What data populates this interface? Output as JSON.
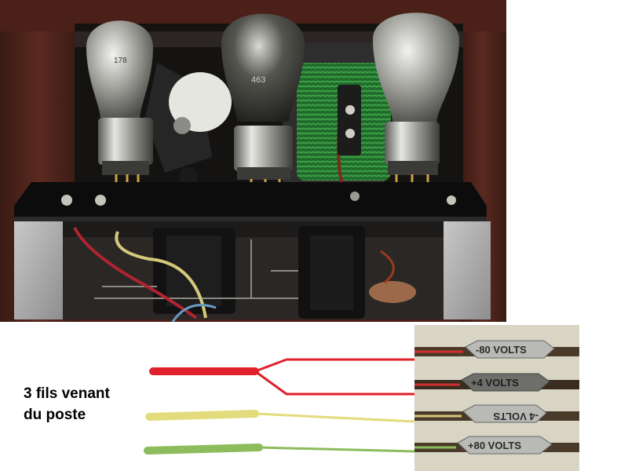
{
  "caption": {
    "line1": "3 fils venant",
    "line2": "du poste"
  },
  "tube_labels": {
    "left_number": "178",
    "middle_number": "463"
  },
  "connector_labels": [
    {
      "text": "-80 VOLTS"
    },
    {
      "text": "+4 VOLTS"
    },
    {
      "text": "-4 VOLTS"
    },
    {
      "text": "+80 VOLTS"
    }
  ],
  "wire_colors": {
    "red": "#e0202a",
    "yellow": "#e2dc7c",
    "green": "#8cbc5c"
  }
}
